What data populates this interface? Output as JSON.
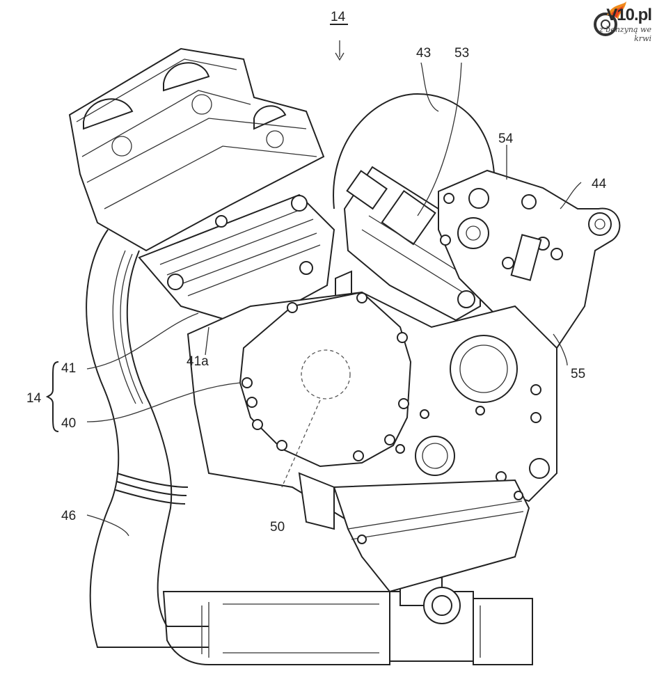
{
  "logo": {
    "brand": "V10.pl",
    "tagline": "z benzyną we krwi",
    "accent": "#f08a1c"
  },
  "figure_ref": "14",
  "labels": {
    "l43": "43",
    "l53": "53",
    "l54": "54",
    "l44": "44",
    "l41": "41",
    "l41a": "41a",
    "l14side": "14",
    "l40": "40",
    "l55": "55",
    "l46": "46",
    "l50": "50"
  }
}
